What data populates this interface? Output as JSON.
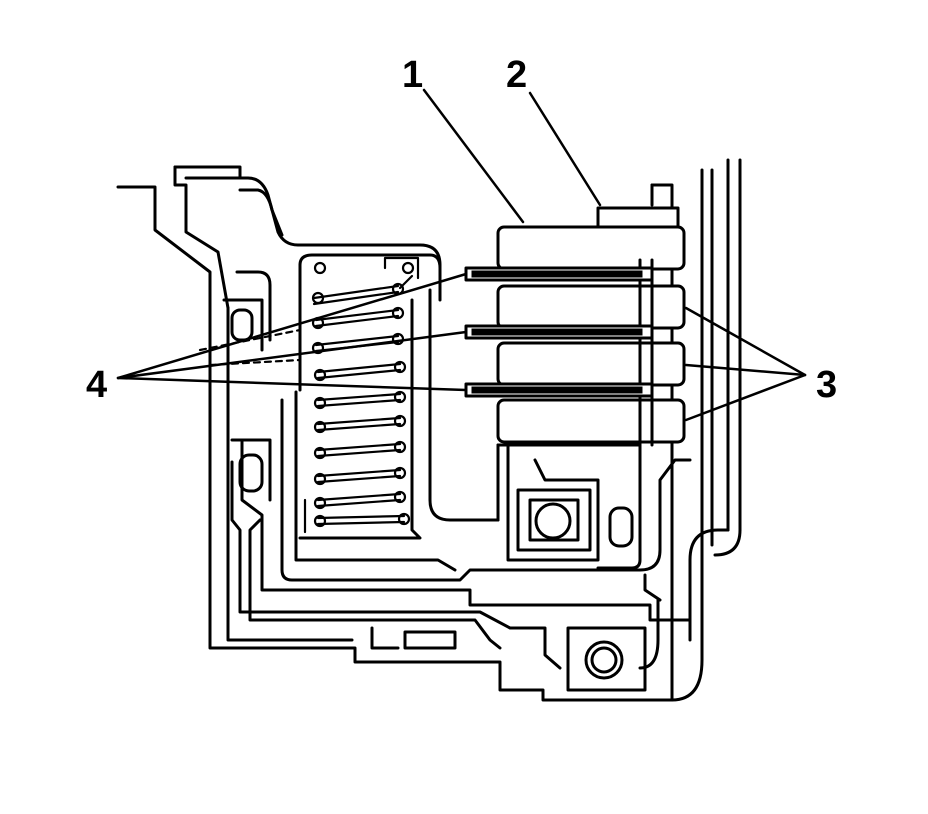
{
  "diagram": {
    "callouts": [
      {
        "id": "c1",
        "label": "1"
      },
      {
        "id": "c2",
        "label": "2"
      },
      {
        "id": "c3",
        "label": "3"
      },
      {
        "id": "c4",
        "label": "4"
      }
    ]
  }
}
